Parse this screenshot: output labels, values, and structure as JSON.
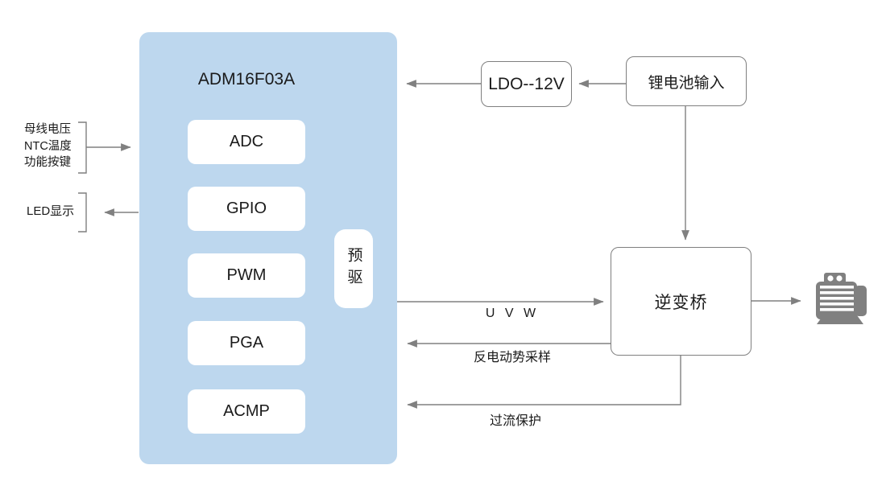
{
  "chip": {
    "title": "ADM16F03A",
    "modules": [
      "ADC",
      "GPIO",
      "PWM",
      "PGA",
      "ACMP"
    ],
    "predriver": "预驱"
  },
  "power": {
    "ldo": "LDO--12V",
    "battery": "锂电池输入"
  },
  "inverter": {
    "label": "逆变桥"
  },
  "left_signals": {
    "inputs": [
      "母线电压",
      "NTC温度",
      "功能按键"
    ],
    "led": "LED显示"
  },
  "wire_labels": {
    "uvw": "U V W",
    "back_emf": "反电动势采样",
    "overcurrent": "过流保护"
  },
  "icons": {
    "motor": "motor-icon"
  },
  "colors": {
    "chip_fill": "#BDD7EE",
    "module_fill": "#FFFFFF",
    "wire": "#808080",
    "box_border": "#7F7F7F",
    "text": "#1A1A1A"
  }
}
